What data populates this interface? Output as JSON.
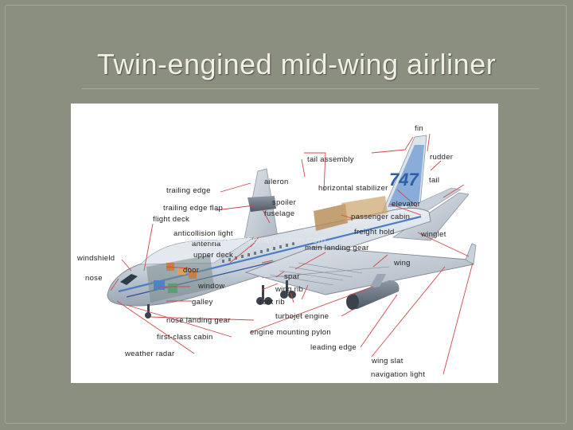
{
  "slide": {
    "title": "Twin-engined mid-wing airliner"
  },
  "diagram": {
    "tail_mark": "747",
    "watermark": "www.visualdictionaryonline.com",
    "labels": {
      "fin": "fin",
      "rudder": "rudder",
      "tail_assembly": "tail assembly",
      "tail": "tail",
      "aileron": "aileron",
      "horizontal_stabilizer": "horizontal stabilizer",
      "trailing_edge": "trailing edge",
      "elevator": "elevator",
      "spoiler": "spoiler",
      "trailing_edge_flap": "trailing edge flap",
      "fuselage": "fuselage",
      "passenger_cabin": "passenger cabin",
      "flight_deck": "flight deck",
      "freight_hold": "freight hold",
      "winglet": "winglet",
      "anticollision_light": "anticollision light",
      "antenna": "antenna",
      "main_landing_gear": "main landing gear",
      "upper_deck": "upper deck",
      "windshield": "windshield",
      "wing": "wing",
      "door": "door",
      "nose": "nose",
      "spar": "spar",
      "window": "window",
      "wing_rib": "wing rib",
      "galley": "galley",
      "root_rib": "root rib",
      "turbojet_engine": "turbojet engine",
      "nose_landing_gear": "nose landing gear",
      "engine_mounting_pylon": "engine mounting pylon",
      "first_class_cabin": "first-class cabin",
      "leading_edge": "leading edge",
      "weather_radar": "weather radar",
      "wing_slat": "wing slat",
      "navigation_light": "navigation light"
    }
  }
}
